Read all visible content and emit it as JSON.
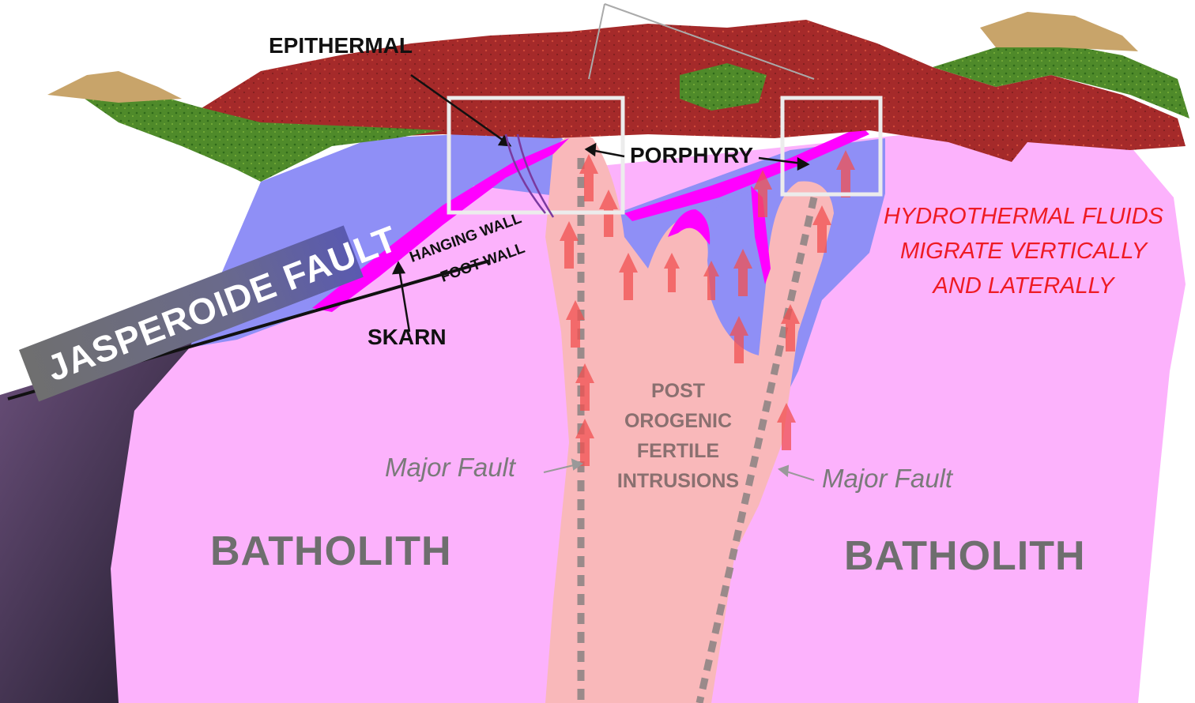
{
  "labels": {
    "epithermal": "EPITHERMAL",
    "porphyry": "PORPHYRY",
    "skarn": "SKARN",
    "hanging_wall": "HANGING WALL",
    "foot_wall": "FOOT WALL",
    "jasperoide_fault": "JASPEROIDE FAULT",
    "hydrothermal": [
      "HYDROTHERMAL FLUIDS",
      "MIGRATE VERTICALLY",
      "AND LATERALLY"
    ],
    "intrusions": [
      "POST",
      "OROGENIC",
      "FERTILE",
      "INTRUSIONS"
    ],
    "major_fault_left": "Major Fault",
    "major_fault_right": "Major Fault",
    "batholith_left": "BATHOLITH",
    "batholith_right": "BATHOLITH"
  },
  "colors": {
    "batholith": "#fcb2fc",
    "intrusion": "#f9b8ba",
    "host_rock": "#8f8ff6",
    "skarn_band": "#ff00ff",
    "arrows": "#f05050",
    "hydrothermal_text": "#ee1b24",
    "terrain_red": "#a52a2a",
    "terrain_green": "#4f8a2a",
    "terrain_tan": "#c8a46a",
    "label_grey": "#6e6e6e"
  }
}
